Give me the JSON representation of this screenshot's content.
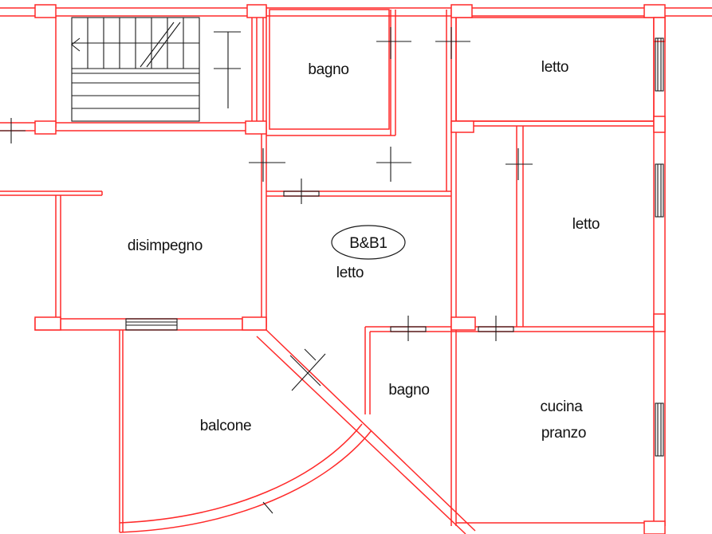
{
  "plan": {
    "wall_color": "#ff2a2a",
    "line_color": "#1a1a1a",
    "rooms": [
      {
        "key": "bagno_top",
        "label": "bagno"
      },
      {
        "key": "letto_top_right",
        "label": "letto"
      },
      {
        "key": "letto_right",
        "label": "letto"
      },
      {
        "key": "disimpegno",
        "label": "disimpegno"
      },
      {
        "key": "unit_tag",
        "label": "B&B1"
      },
      {
        "key": "letto_center",
        "label": "letto"
      },
      {
        "key": "bagno_bottom",
        "label": "bagno"
      },
      {
        "key": "cucina",
        "label": "cucina"
      },
      {
        "key": "pranzo",
        "label": "pranzo"
      },
      {
        "key": "balcone",
        "label": "balcone"
      }
    ]
  }
}
